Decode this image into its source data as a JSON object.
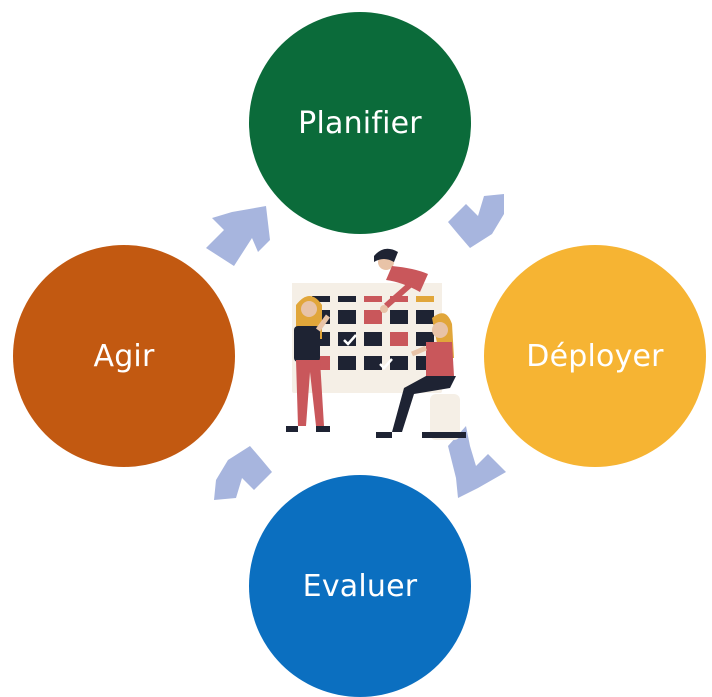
{
  "steps": [
    {
      "label": "Planifier",
      "color": "#0b6b3a"
    },
    {
      "label": "Déployer",
      "color": "#f6b433"
    },
    {
      "label": "Evaluer",
      "color": "#0b6fc0"
    },
    {
      "label": "Agir",
      "color": "#c25911"
    }
  ],
  "arrow_color": "#a7b5de",
  "illustration": {
    "board_color": "#f5efe6",
    "cell_color": "#1e2333",
    "accent_color": "#c9575b",
    "hair_color": "#e1a63a",
    "check_icon": "check-icon"
  }
}
